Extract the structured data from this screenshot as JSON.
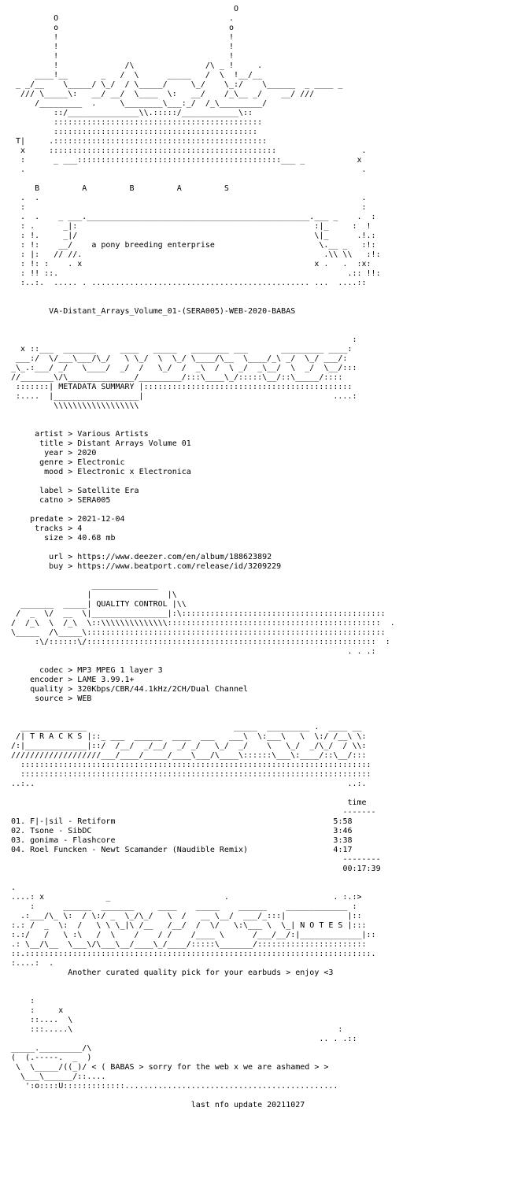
{
  "header_art": "                                               O\n         O                                    .\n         o                                    o\n         !                                    !\n         !                                    !\n         !                                    !\n         !              /\\               /\\ _ !     .\n     ____!__       _   /  \\      _____   /  \\  !__/__\n _ _/__    \\_____/ \\_/  / \\_____/     \\_/    \\_:/    \\______  _ ____ _\n  /// \\_____\\:   __/ __/  \\____  \\:   __/    /_\\__ _/    __/ ///\n     /_________  .     \\________\\___:_/  /_\\_________/\n         ::/_______________\\\\.:::::/____________\\::\n         ::::::::::::::::::::::::::::::::::::::::::::\n         :::::::::::::::::::::::::::::::::::::::::::\n T|     .:::::::::::::::::::::::::::::::::::::::::::::\n  x     ::::::::::::::::::::::::::::::::::::::::::::::::                  .\n  :      _ ___:::::::::::::::::::::::::::::::::::::::::::___ _           x\n  .                                                                       .",
  "group_line": "     B         A         B         A         S",
  "frame_art": "  .  .                                                                    .\n  :                                                                       :\n  .  .    _ ___._______________________________________________.___ _    .  :\n  : .      _|:                                                  :|_     :  !\n  : !.     _|/                                                  \\|_      .!.:\n  : !:    __/    a pony breeding enterprise                      \\.__ _   :!:\n  : |:   // //.                                                   .\\\\ \\\\   :!:\n  : !: :    . x                                                 x .   .  :x:\n  : !! ::.                                                             .:: !!:\n  :..:.  ..... . .............................................. ...  ....::",
  "release_name": "VA-Distant_Arrays_Volume_01-(SERA005)-WEB-2020-BABAS",
  "metadata_banner": "                                                                        :\n  x ::___  _______     ____   _____   ________ ___       _________ ____:\n ___:/  \\/___\\___/\\_/   \\ \\_/  \\  \\_/ \\____/\\__  \\____/_\\ _/  \\_/ ___/:\n_\\_.:___/ _/   \\____/  _/  /   \\_/  /  _\\  /  \\ _/  _\\__/  \\  _/  \\__/:::\n//_______\\/\\______________/_________/:::\\____\\_/:::::\\__/::\\_____/::::\n :::::::| METADATA SUMMARY |::::::::::::::::::::::::::::::::::::::::::::\n :....  |__________________|                                        ....:\n         \\\\\\\\\\\\\\\\\\\\\\\\\\\\\\\\\\\\",
  "metadata": {
    "artist": "Various Artists",
    "title": "Distant Arrays Volume 01",
    "year": "2020",
    "genre": "Electronic",
    "mood": "Electronic x Electronica",
    "label": "Satellite Era",
    "catno": "SERA005",
    "predate": "2021-12-04",
    "tracks": "4",
    "size": "40.68 mb",
    "url": "https://www.deezer.com/en/album/188623892",
    "buy": "https://www.beatport.com/release/id/3209229"
  },
  "quality_banner": "                 ______________\n                |                |\\\n  _______  _____| QUALITY CONTROL |\\\\\n /  _  \\/  __  \\|________________|:\\:::::::::::::::::::::::::::::::::::::::::::\n/  /_\\  \\  /_\\  \\::\\\\\\\\\\\\\\\\\\\\\\\\\\\\:::::::::::::::::::::::::::::::::::::::::::::  .\n\\_____  /\\_____\\:::::::::::::::::::::::::::::::::::::::::::::::::::::::::::::::\n     :\\/::::::\\/:::::::::::::::::::::::::::::::::::::::::::::::::::::::::::::  :\n                                                                       . . .:",
  "quality": {
    "codec": "MP3 MPEG 1 layer 3",
    "encoder": "LAME 3.99.1+",
    "quality": "320Kbps/CBR/44.1kHz/2CH/Dual Channel",
    "source": "WEB"
  },
  "tracks_banner": "  ______________                               _____  _________ .  ____ __\n /| T R A C K S |::_ ___  ______  ____  ___   ___\\  \\:___\\   \\  \\:/ /__\\ \\:\n/:|_____________|::/  /__/  _/__/  _/ _/   \\_/  _/    \\   \\_/  _/\\_/  / \\\\:\n///////////////////___/____/_____/____\\___/\\____\\::::::\\___\\:____/::\\__/:::\n  ::::::::::::::::::::::::::::::::::::::::::::::::::::::::::::::::::::::::::\n  ::::::::::::::::::::::::::::::::::::::::::::::::::::::::::::::::::::::::::\n..:..                                                                  ..:.",
  "tracklist": {
    "time_header": "time",
    "time_rule": "-------",
    "items": [
      {
        "num": "01.",
        "title": "F|-|sil - Retiform",
        "time": "5:58"
      },
      {
        "num": "02.",
        "title": "Tsone - SibDC",
        "time": "3:46"
      },
      {
        "num": "03.",
        "title": "gonima - Flashcore",
        "time": "3:38"
      },
      {
        "num": "04.",
        "title": "Roel Funcken - Newt Scamander (Naudible Remix)",
        "time": "4:17"
      }
    ],
    "total_rule": "--------",
    "total": "00:17:39"
  },
  "notes_banner": ".\n....: x             _                        .                      . :.:>\n    :      ______  _______     ____    _____    ______    _____________ :\n  .:___/\\_ \\:  / \\:/ _  \\_/\\_/   \\  /   __ \\__/  ___/_:::|             |::\n:.: /  _  \\:  /   \\ \\ \\_|\\ /__   /__/  /  \\/   \\:\\___ \\  \\_| N O T E S |:::\n:.:/   /   \\ :\\   /  \\    /    / /    /____ \\      /___/__/:|_____________|::\n.: \\__/\\__  \\___\\/\\___\\__/____\\_/____/:::::\\_______/:::::::::::::::::::::::\n::.:::::::::::::::::::::::::::::::::::::::::::::::::::::::::::::::::::::::::.\n:....:  .                                                                   ",
  "notes_text": "Another curated quality pick for your earbuds > enjoy <3",
  "footer_art": "    :\n    :     x\n    ::....  \\\n    :::.....\\                                                        :\n                                                                 .. . .::\n_____._________/\\\n(  (.-----.  _  )\n \\  \\_____/((_)/ < ( BABAS > sorry for the web x we are ashamed > >\n  \\___\\______/::....\n   ':o::::U:::::::::::::.............................................",
  "footer_message": "< ( BABAS > sorry for the web x we are ashamed > >",
  "last_update": "last nfo update 20211027"
}
